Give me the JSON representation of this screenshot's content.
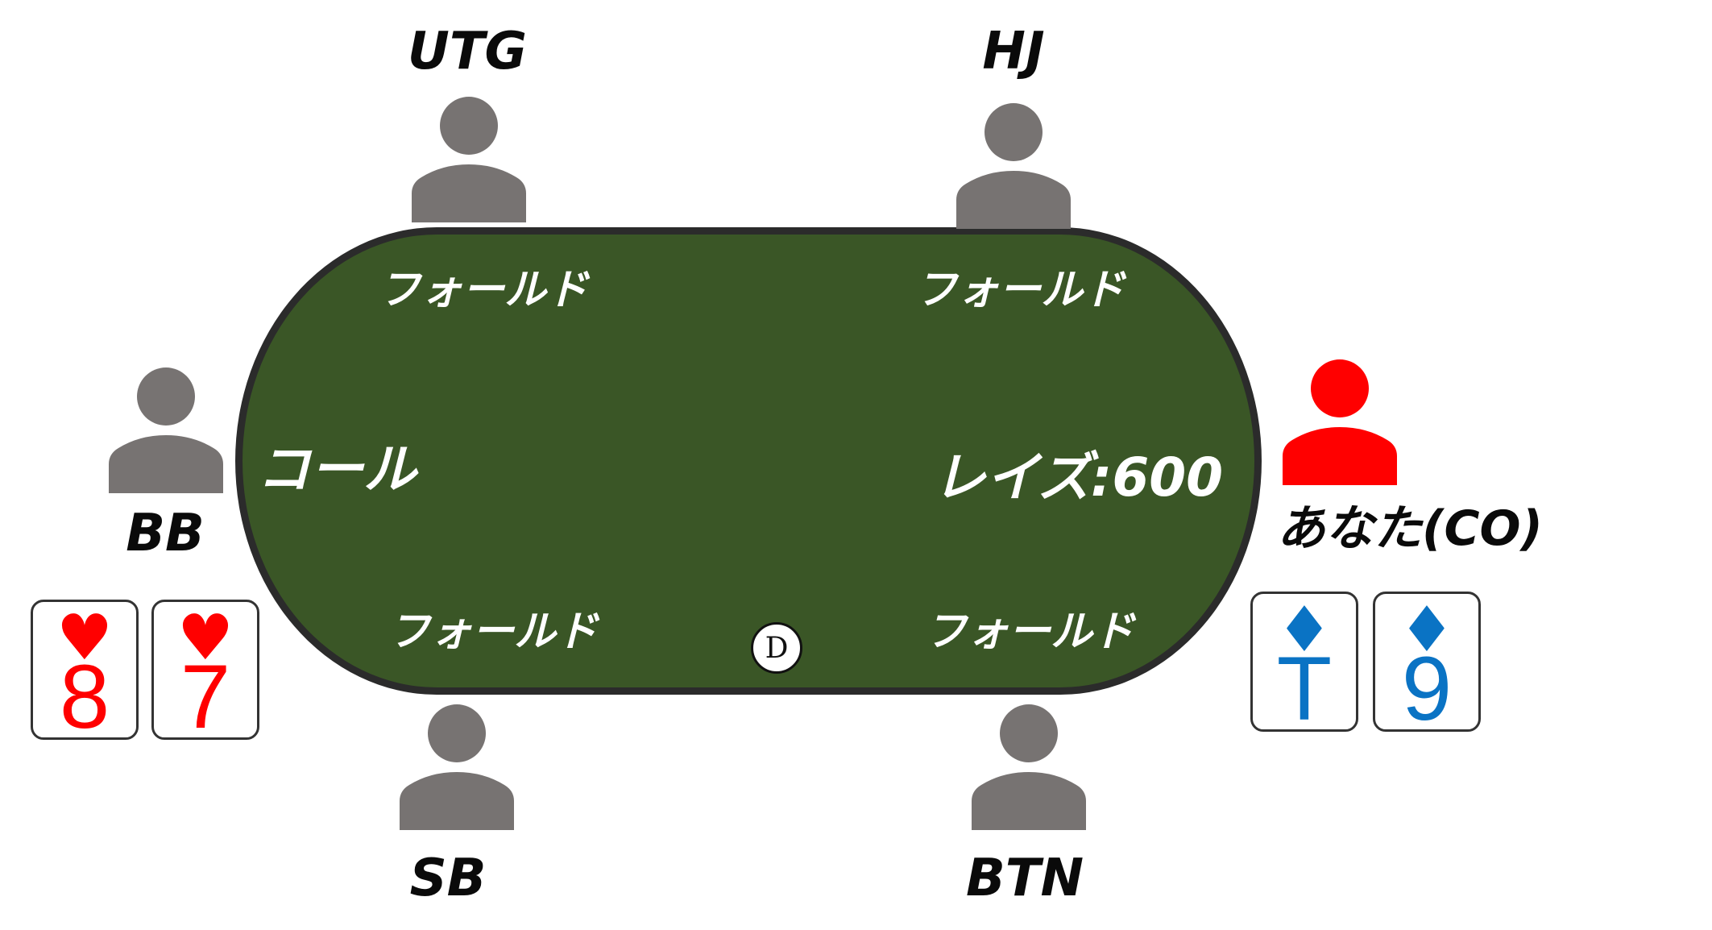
{
  "colors": {
    "felt": "#3a5626",
    "rail": "#2b2b2b",
    "opponent": "#777372",
    "hero": "#ff0000",
    "heart": "#ff0000",
    "diamond": "#0a73c4"
  },
  "seats": {
    "utg": {
      "label": "UTG",
      "action": "フォールド"
    },
    "hj": {
      "label": "HJ",
      "action": "フォールド"
    },
    "bb": {
      "label": "BB",
      "action": "コール"
    },
    "co": {
      "label": "あなた(CO)",
      "action": "レイズ:600"
    },
    "sb": {
      "label": "SB",
      "action": "フォールド"
    },
    "btn": {
      "label": "BTN",
      "action": "フォールド"
    }
  },
  "dealer_button": "D",
  "bb_cards": [
    {
      "rank": "8",
      "suit": "♥"
    },
    {
      "rank": "7",
      "suit": "♥"
    }
  ],
  "co_cards": [
    {
      "rank": "T",
      "suit": "♦"
    },
    {
      "rank": "9",
      "suit": "♦"
    }
  ]
}
